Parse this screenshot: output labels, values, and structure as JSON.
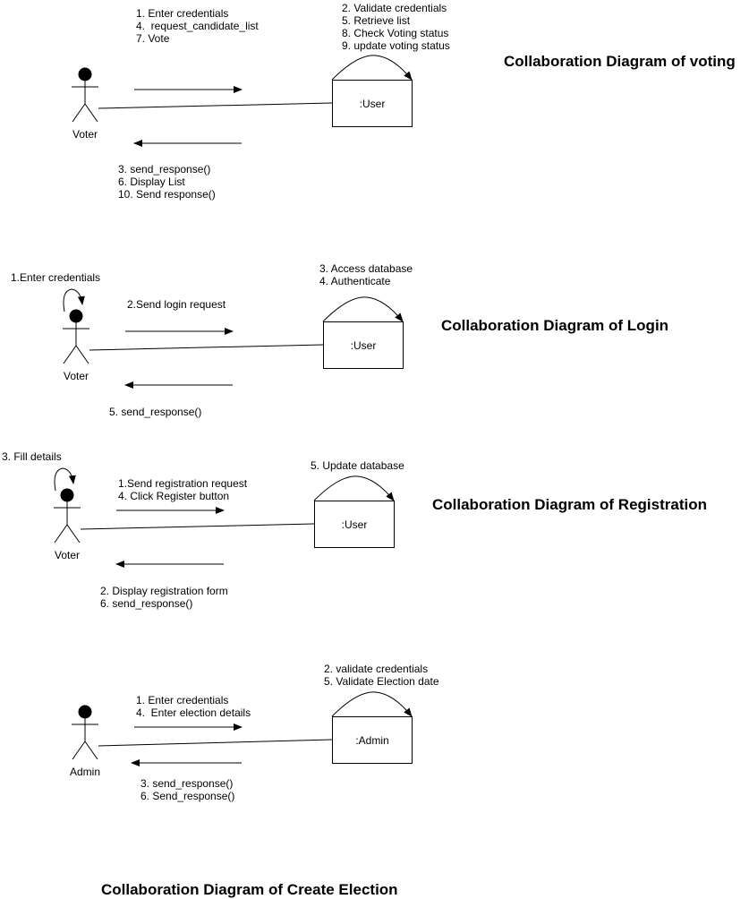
{
  "diagrams": {
    "voting": {
      "title": "Collaboration Diagram of voting",
      "actor": "Voter",
      "object": ":User",
      "request_messages": "1. Enter credentials\n4.  request_candidate_list\n7. Vote",
      "self_messages": "2. Validate credentials\n5. Retrieve list\n8. Check Voting status\n9. update voting status",
      "response_messages": "3. send_response()\n6. Display List\n10. Send response()"
    },
    "login": {
      "title": "Collaboration Diagram of Login",
      "actor": "Voter",
      "object": ":User",
      "actor_self_message": "1.Enter credentials",
      "request_messages": "2.Send login request",
      "self_messages": "3. Access database\n4. Authenticate",
      "response_messages": "5. send_response()"
    },
    "registration": {
      "title": "Collaboration Diagram of Registration",
      "actor": "Voter",
      "object": ":User",
      "actor_self_message": "3. Fill details",
      "request_messages": "1.Send registration request\n4. Click Register button",
      "self_messages": "5. Update database",
      "response_messages": "2. Display registration form\n6. send_response()"
    },
    "create_election": {
      "title": "Collaboration Diagram of Create Election",
      "actor": "Admin",
      "object": ":Admin",
      "request_messages": "1. Enter credentials\n4.  Enter election details",
      "self_messages": "2. validate credentials\n5. Validate Election date",
      "response_messages": "3. send_response()\n6. Send_response()"
    }
  }
}
